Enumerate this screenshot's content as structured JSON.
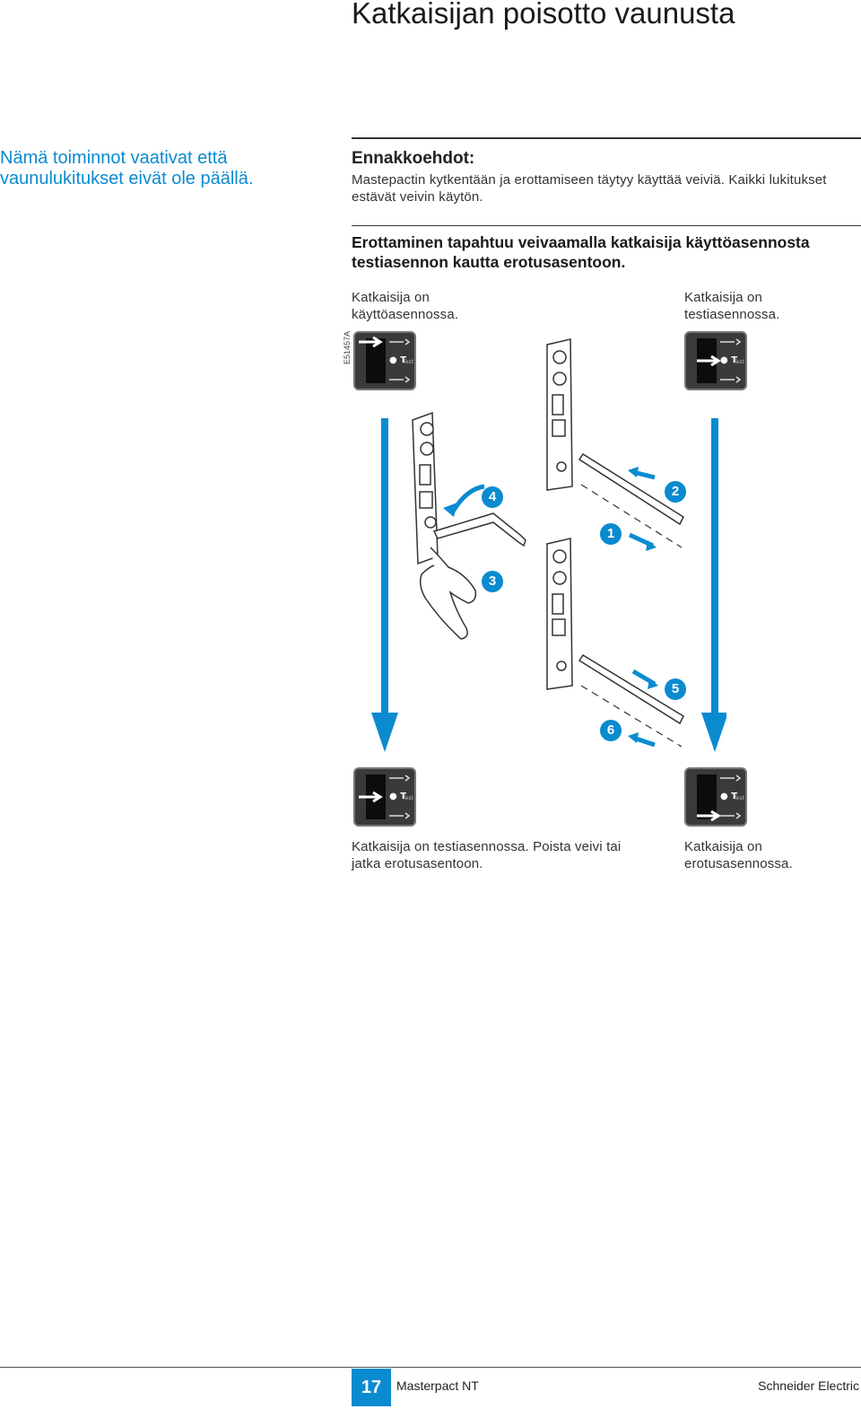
{
  "page": {
    "title": "Katkaisijan poisotto vaunusta",
    "side_note": "Nämä toiminnot vaativat että vaunulukitukset eivät ole päällä.",
    "prerequisites": {
      "heading": "Ennakkoehdot:",
      "text": "Mastepactin kytkentään ja erottamiseen täytyy käyttää veiviä. Kaikki lukitukset estävät veivin käytön."
    },
    "procedure_heading": "Erottaminen tapahtuu veivaamalla katkaisija käyttöasennosta testiasennon kautta erotusasentoon."
  },
  "figure": {
    "code": "E51457A",
    "captions": {
      "top_left": "Katkaisija on käyttöasennossa.",
      "top_right": "Katkaisija on testiasennossa.",
      "bottom_left": "Katkaisija on testiasennossa. Poista veivi tai jatka erotusasentoon.",
      "bottom_right": "Katkaisija on erotusasennossa."
    },
    "indicator_label": "Test",
    "indicator_letter": "T",
    "steps": [
      "1",
      "2",
      "3",
      "4",
      "5",
      "6"
    ],
    "colors": {
      "accent": "#0a8bd0",
      "panel": "#3a3a3a"
    }
  },
  "footer": {
    "page_number": "17",
    "product": "Masterpact NT",
    "brand": "Schneider Electric"
  }
}
